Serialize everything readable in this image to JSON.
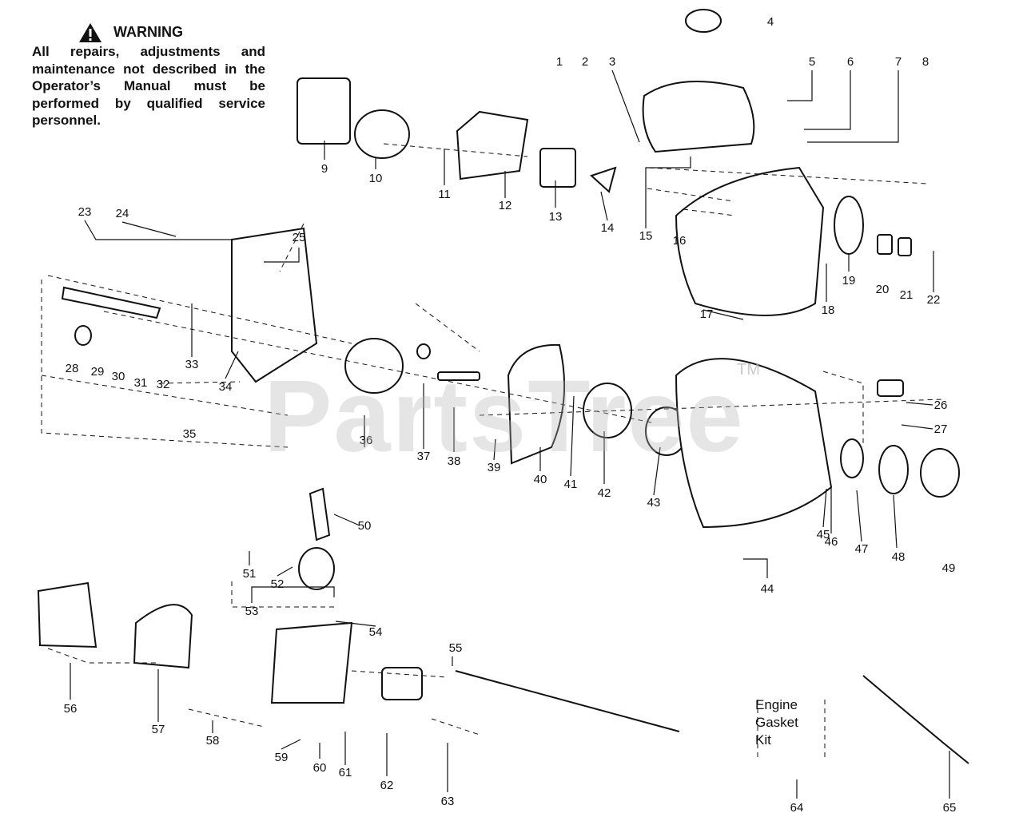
{
  "warning": {
    "title": "WARNING",
    "text": "All repairs, adjustments and maintenance not described in the Operator’s Manual must be performed by qualified service personnel."
  },
  "kit_label": [
    "Engine",
    "Gasket",
    "Kit"
  ],
  "watermark": "PartsTree",
  "trademark": "TM",
  "callouts": [
    "1",
    "2",
    "3",
    "4",
    "5",
    "6",
    "7",
    "8",
    "9",
    "10",
    "11",
    "12",
    "13",
    "14",
    "15",
    "16",
    "17",
    "18",
    "19",
    "20",
    "21",
    "22",
    "23",
    "24",
    "25",
    "26",
    "27",
    "28",
    "29",
    "30",
    "31",
    "32",
    "33",
    "34",
    "35",
    "36",
    "37",
    "38",
    "39",
    "40",
    "41",
    "42",
    "43",
    "44",
    "45",
    "46",
    "47",
    "48",
    "49",
    "50",
    "51",
    "52",
    "53",
    "54",
    "55",
    "56",
    "57",
    "58",
    "59",
    "60",
    "61",
    "62",
    "63",
    "64",
    "65"
  ]
}
